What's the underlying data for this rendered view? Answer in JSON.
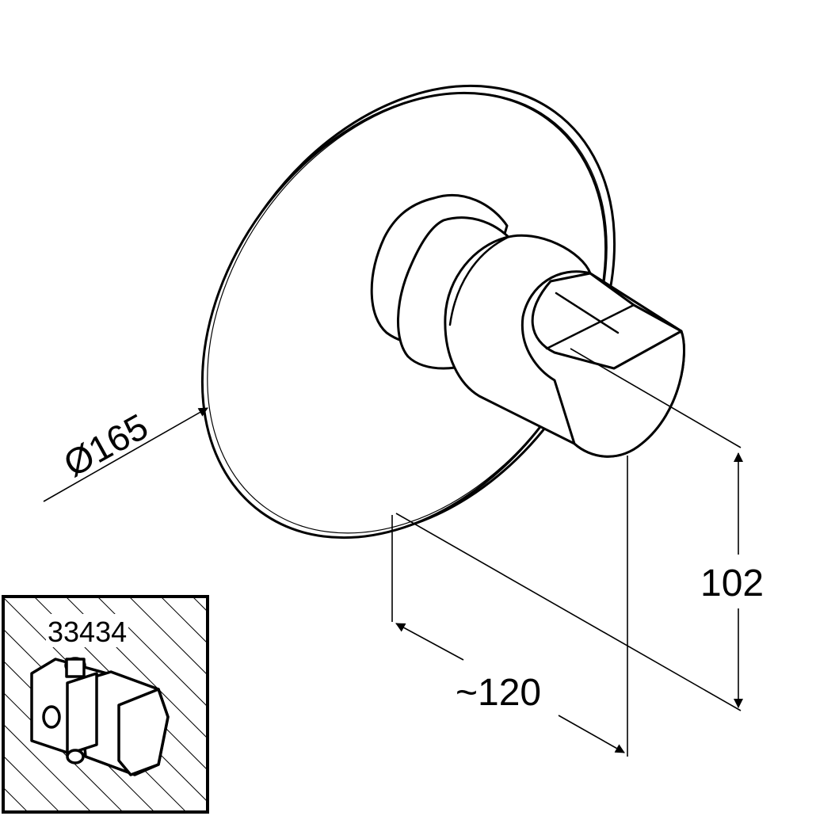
{
  "dimensions": {
    "diameter": "Ø165",
    "depth": "~120",
    "height": "102"
  },
  "inset": {
    "part_number": "33434"
  },
  "colors": {
    "line": "#000000",
    "background": "#ffffff"
  }
}
